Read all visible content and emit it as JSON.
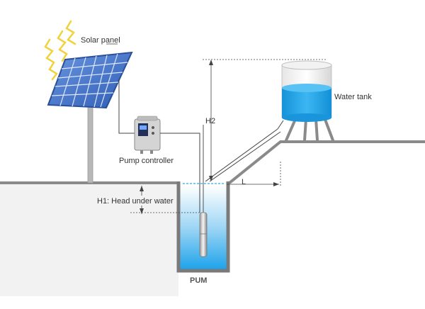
{
  "labels": {
    "solar_panel": "Solar panel",
    "water_tank": "Water tank",
    "h2": "H2",
    "pump_controller": "Pump controller",
    "h1": "H1: Head under water",
    "l": "L",
    "pump": "PUM"
  },
  "colors": {
    "ground_fill": "#f2f2f2",
    "ground_line": "#8a8a8a",
    "panel_cell": "#4a78c8",
    "panel_frame": "#2a4f9a",
    "water": "#1ea3ea",
    "sun_ray": "#f2d23c",
    "controller": "#cfcfcf",
    "dim_line": "#444444"
  },
  "icons": [
    "solar-panel-icon",
    "sun-rays-icon",
    "pump-controller-icon",
    "water-tank-icon",
    "submersible-pump-icon"
  ]
}
